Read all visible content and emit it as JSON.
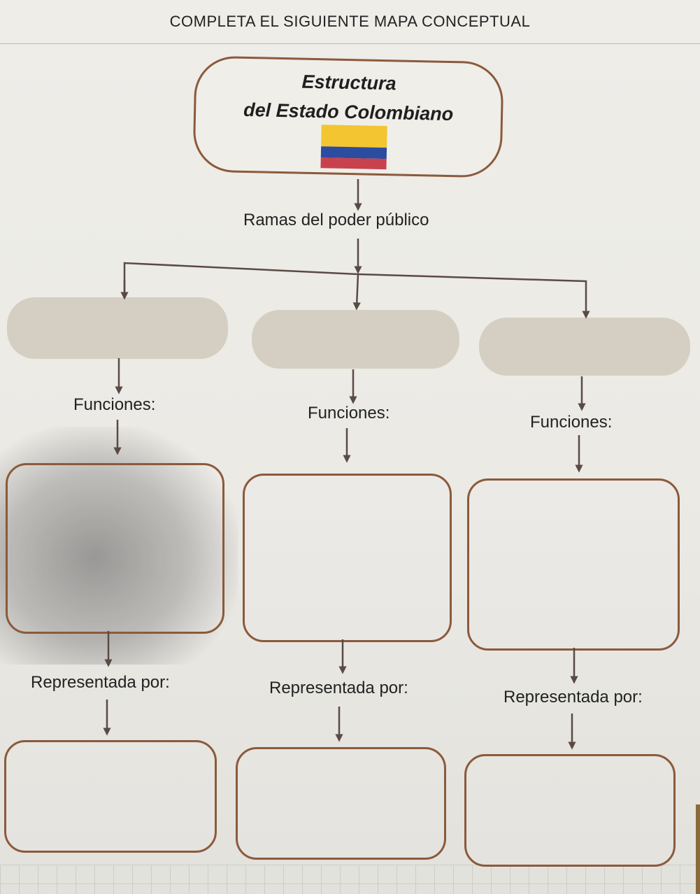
{
  "heading": "COMPLETA EL SIGUIENTE MAPA CONCEPTUAL",
  "main_box": {
    "line1": "Estructura",
    "line2": "del Estado Colombiano",
    "flag_icon": "colombia-flag-icon",
    "flag_colors": [
      "#f2c531",
      "#2c4ca0",
      "#c8424d"
    ]
  },
  "ramas_label": "Ramas del poder público",
  "columns": [
    {
      "funciones": "Funciones:",
      "representada": "Representada por:"
    },
    {
      "funciones": "Funciones:",
      "representada": "Representada por:"
    },
    {
      "funciones": "Funciones:",
      "representada": "Representada por:"
    }
  ],
  "colors": {
    "border": "#8b5a3c",
    "pill": "#d5cfc3",
    "arrow": "#5a4a44"
  }
}
